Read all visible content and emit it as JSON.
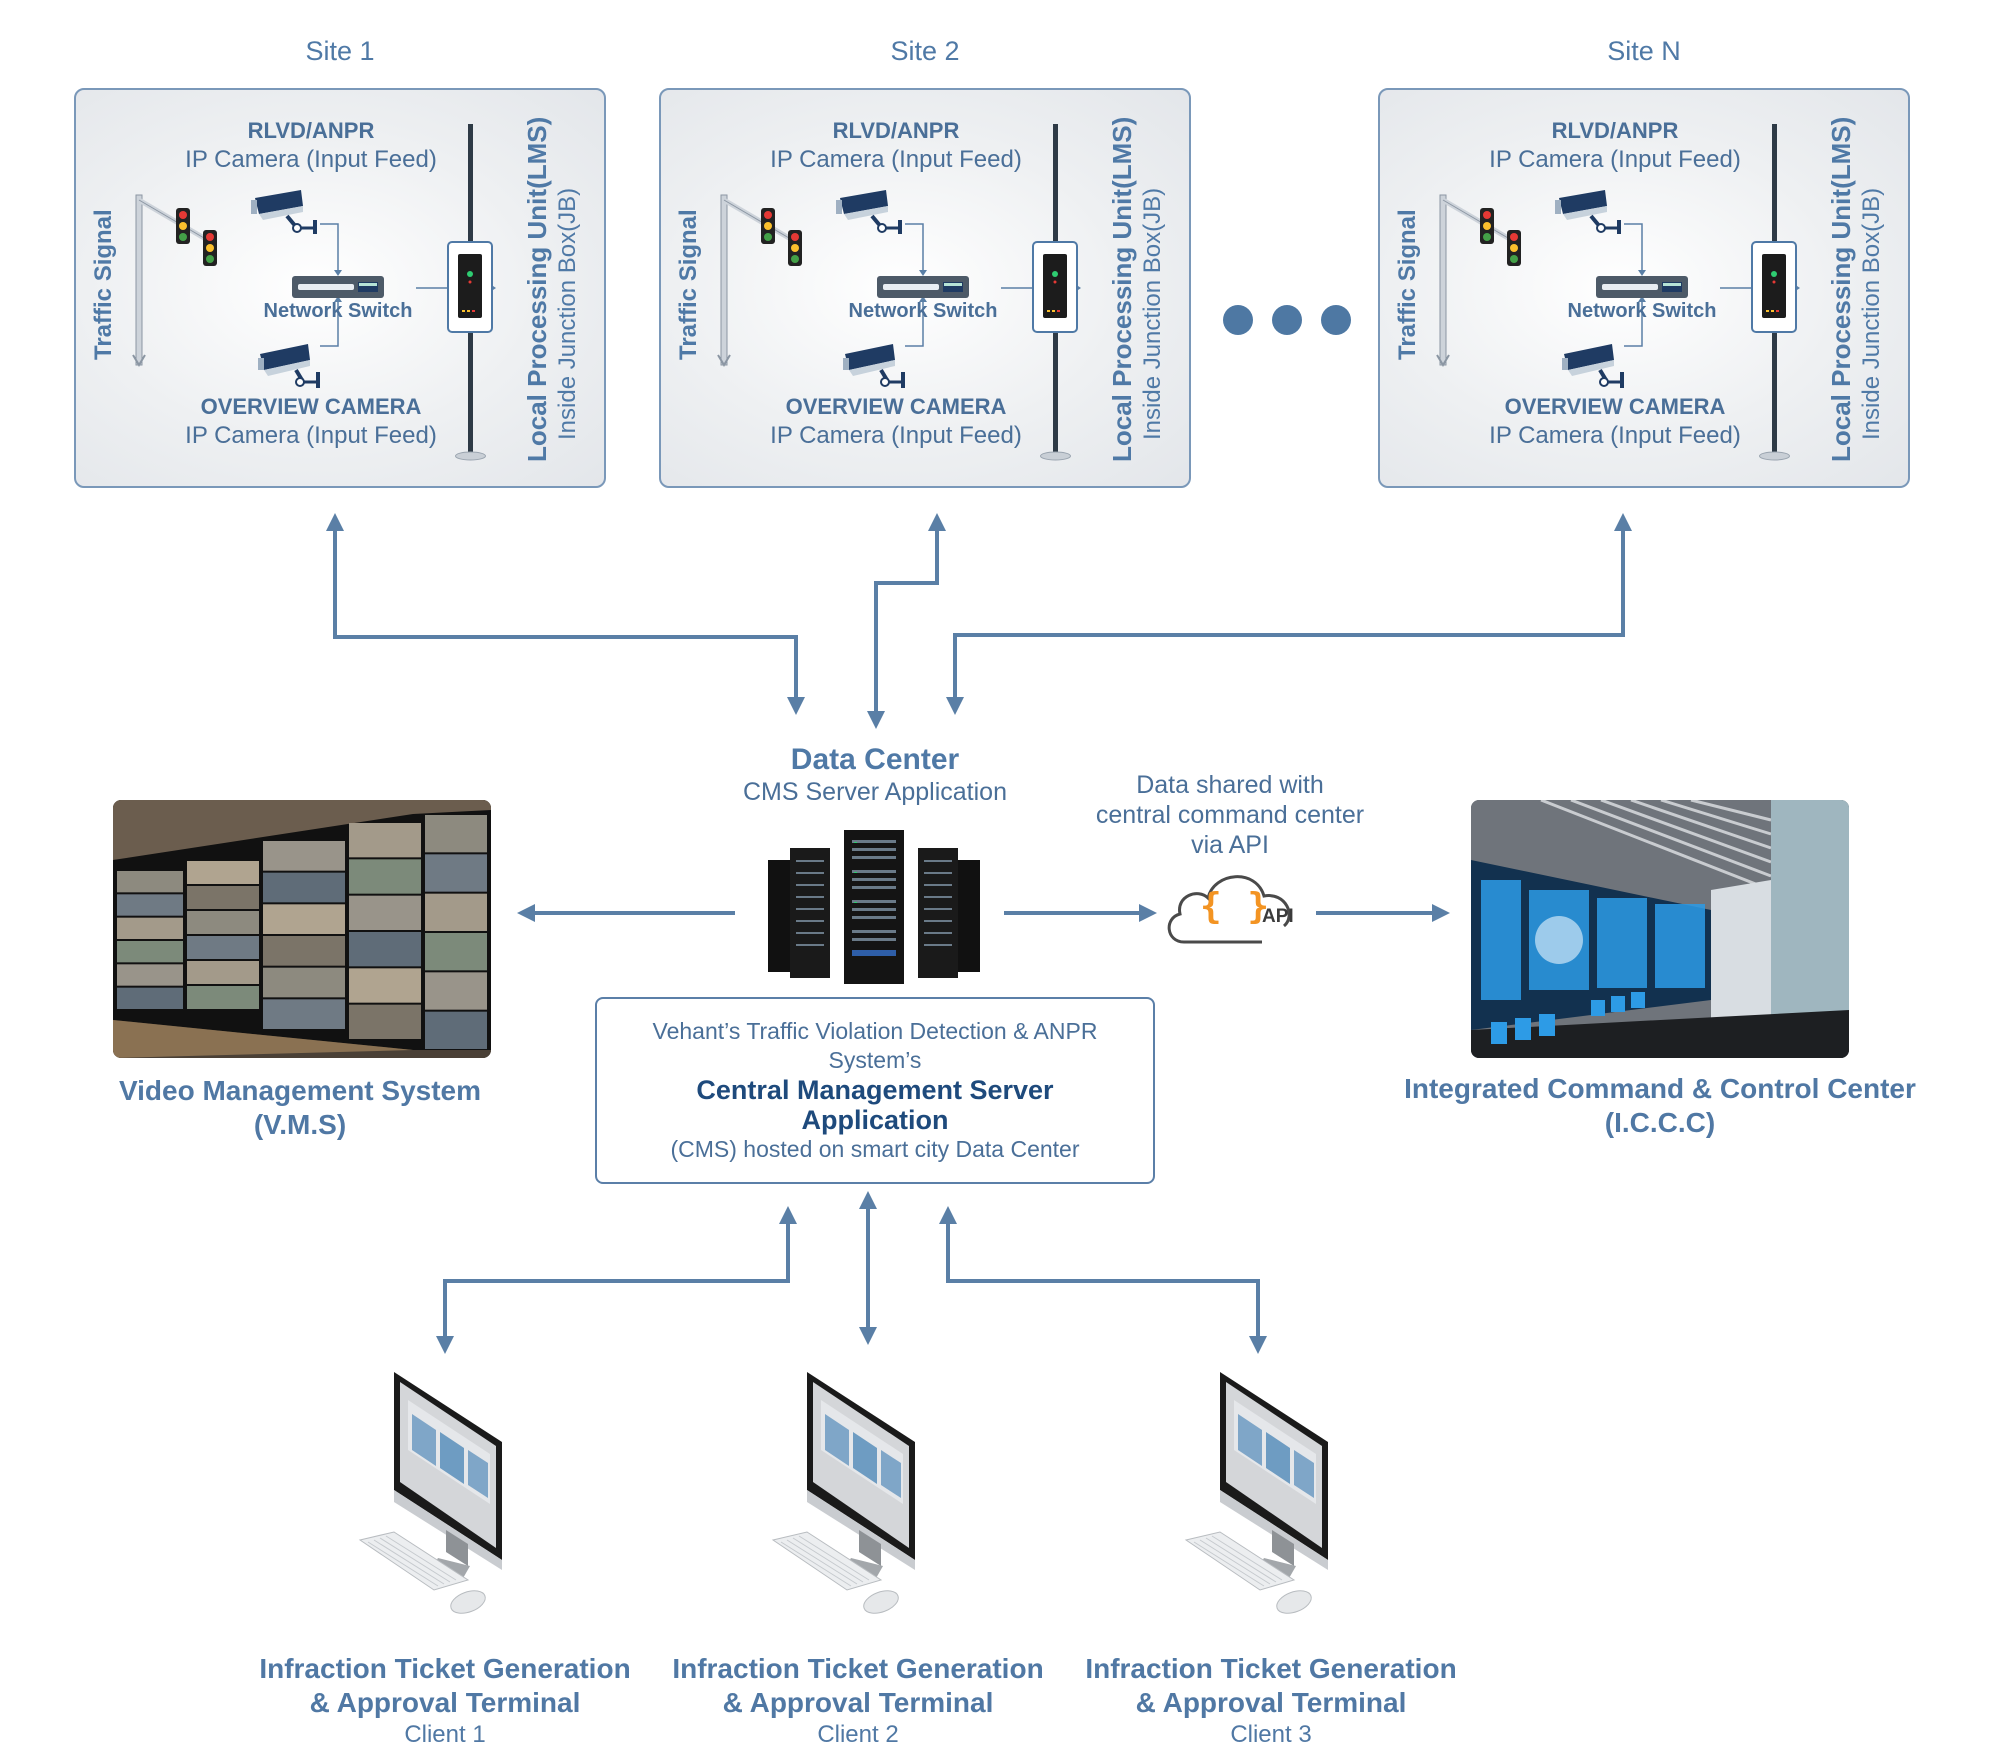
{
  "sites": [
    {
      "title": "Site 1",
      "rlvd_title": "RLVD/ANPR",
      "rlvd_sub": "IP Camera (Input Feed)",
      "switch_label": "Network Switch",
      "overview_title": "OVERVIEW CAMERA",
      "overview_sub": "IP Camera (Input Feed)",
      "signal_label": "Traffic Signal",
      "lpu_label": "Local Processing Unit(LMS)",
      "jb_label": "Inside Junction Box(JB)"
    },
    {
      "title": "Site 2",
      "rlvd_title": "RLVD/ANPR",
      "rlvd_sub": "IP Camera (Input Feed)",
      "switch_label": "Network Switch",
      "overview_title": "OVERVIEW CAMERA",
      "overview_sub": "IP Camera (Input Feed)",
      "signal_label": "Traffic Signal",
      "lpu_label": "Local Processing Unit(LMS)",
      "jb_label": "Inside Junction Box(JB)"
    },
    {
      "title": "Site N",
      "rlvd_title": "RLVD/ANPR",
      "rlvd_sub": "IP Camera (Input Feed)",
      "switch_label": "Network Switch",
      "overview_title": "OVERVIEW CAMERA",
      "overview_sub": "IP Camera (Input Feed)",
      "signal_label": "Traffic Signal",
      "lpu_label": "Local Processing Unit(LMS)",
      "jb_label": "Inside Junction Box(JB)"
    }
  ],
  "data_center": {
    "title": "Data Center",
    "subtitle": "CMS Server Application"
  },
  "cms_box": {
    "line1": "Vehant’s Traffic Violation Detection & ANPR",
    "line2": "System’s",
    "bold1": "Central Management Server",
    "bold2": "Application",
    "line3": "(CMS) hosted on smart city Data Center"
  },
  "api": {
    "shared_line1": "Data shared with",
    "shared_line2": "central command center",
    "shared_line3": "via API",
    "cloud_braces": "{ }",
    "cloud_label": "API"
  },
  "vms": {
    "line1": "Video Management System",
    "line2": "(V.M.S)"
  },
  "iccc": {
    "line1": "Integrated Command & Control Center",
    "line2": "(I.C.C.C)"
  },
  "clients": [
    {
      "line1": "Infraction Ticket Generation",
      "line2": "& Approval Terminal",
      "line3": "Client 1"
    },
    {
      "line1": "Infraction Ticket Generation",
      "line2": "& Approval Terminal",
      "line3": "Client 2"
    },
    {
      "line1": "Infraction Ticket Generation",
      "line2": "& Approval Terminal",
      "line3": "Client 3"
    }
  ],
  "colors": {
    "connector": "#5a7fa6",
    "text": "#4a6f98",
    "title_dark": "#1e4a7c",
    "api_orange": "#f39423"
  }
}
